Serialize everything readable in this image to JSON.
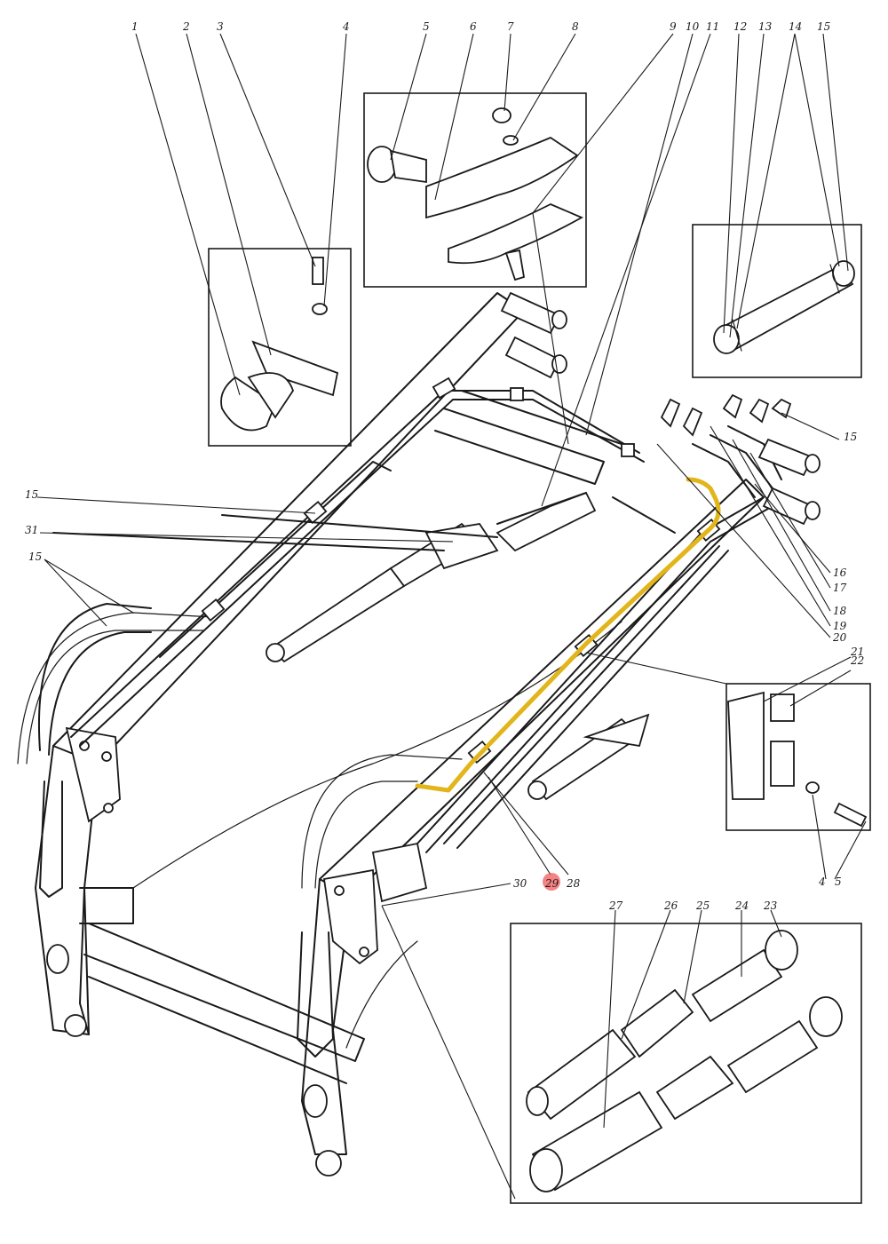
{
  "labels": {
    "l1": "1",
    "l2": "2",
    "l3": "3",
    "l4_top": "4",
    "l5_top": "5",
    "l6": "6",
    "l7": "7",
    "l8": "8",
    "l9": "9",
    "l10": "10",
    "l11": "11",
    "l12": "12",
    "l13": "13",
    "l14": "14",
    "l15_top": "15",
    "l15_right": "15",
    "l15_left_a": "15",
    "l15_left_b": "15",
    "l31": "31",
    "l16": "16",
    "l17": "17",
    "l18": "18",
    "l19": "19",
    "l20": "20",
    "l21": "21",
    "l22": "22",
    "l4_bot": "4",
    "l5_bot": "5",
    "l30": "30",
    "l29": "29",
    "l28": "28",
    "l27": "27",
    "l26": "26",
    "l25": "25",
    "l24": "24",
    "l23": "23"
  },
  "highlight": {
    "part": "29",
    "color": "#e2b51b",
    "marker_color": "#f25a5a"
  }
}
